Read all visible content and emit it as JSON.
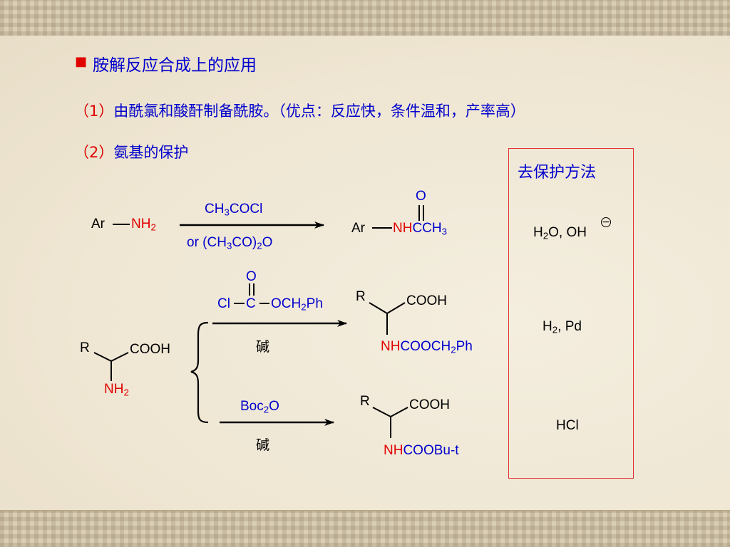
{
  "heading": {
    "bullet": "■",
    "text": "胺解反应合成上的应用"
  },
  "point1": {
    "label": "（1）",
    "text": "由酰氯和酸酐制备酰胺。（优点：反应快，条件温和，产率高）"
  },
  "point2": {
    "label": "（2）",
    "text": "氨基的保护"
  },
  "reaction1": {
    "reactant_ar": "Ar",
    "reactant_group": "NH",
    "reactant_group_sub": "2",
    "reagent_top": {
      "a": "CH",
      "a_sub": "3",
      "b": "COCl"
    },
    "reagent_bottom": {
      "a": "or  (CH",
      "a_sub": "3",
      "b": "CO)",
      "b_sub": "2",
      "c": "O"
    },
    "product_ar": "Ar",
    "product_nh": "NH",
    "product_rest": "CCH",
    "product_rest_sub": "3",
    "product_o": "O"
  },
  "reaction2": {
    "reactant_r": "R",
    "reactant_cooh": "COOH",
    "reactant_nh": "NH",
    "reactant_nh_sub": "2",
    "reagent_a": {
      "cl": "Cl",
      "c": "C",
      "o_top": "O",
      "rest_a": "OCH",
      "rest_sub": "2",
      "rest_b": "Ph"
    },
    "condition_a": "碱",
    "product_a": {
      "r": "R",
      "cooh": "COOH",
      "nh": "NH",
      "rest_a": "COOCH",
      "rest_sub": "2",
      "rest_b": "Ph"
    },
    "reagent_b": {
      "a": "Boc",
      "a_sub": "2",
      "b": "O"
    },
    "condition_b": "碱",
    "product_b": {
      "r": "R",
      "cooh": "COOH",
      "nh": "NH",
      "rest": "COOBu-t"
    }
  },
  "deprotection": {
    "title": "去保护方法",
    "row1": {
      "a": "H",
      "a_sub": "2",
      "b": "O,  OH",
      "charge": "−"
    },
    "row2": {
      "a": "H",
      "a_sub": "2",
      "b": ", Pd"
    },
    "row3": "HCl"
  },
  "colors": {
    "blue": "#0000cc",
    "red": "#e00000",
    "box_border": "#e03030",
    "background": "#efe6d3"
  }
}
